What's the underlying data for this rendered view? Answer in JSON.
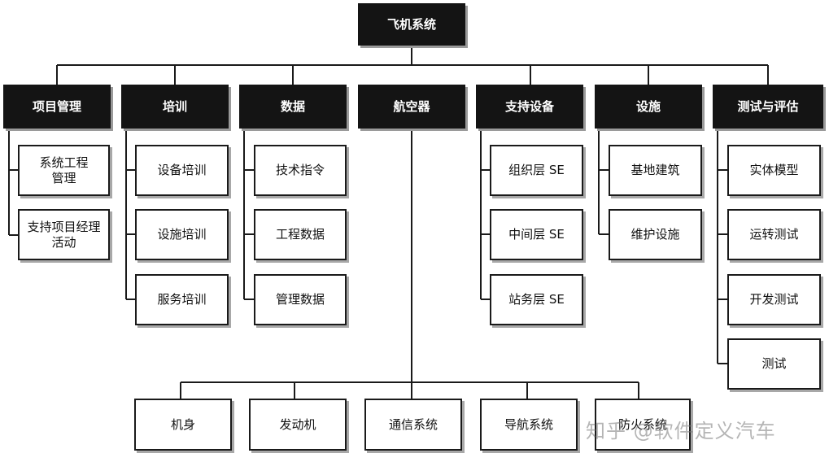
{
  "root": {
    "label": "飞机系统"
  },
  "categories": [
    {
      "label": "项目管理",
      "children": [
        "系统工程\n管理",
        "支持项目经理\n活动"
      ]
    },
    {
      "label": "培训",
      "children": [
        "设备培训",
        "设施培训",
        "服务培训"
      ]
    },
    {
      "label": "数据",
      "children": [
        "技术指令",
        "工程数据",
        "管理数据"
      ]
    },
    {
      "label": "航空器",
      "children": []
    },
    {
      "label": "支持设备",
      "children": [
        "组织层 SE",
        "中间层 SE",
        "站务层 SE"
      ]
    },
    {
      "label": "设施",
      "children": [
        "基地建筑",
        "维护设施"
      ]
    },
    {
      "label": "测试与评估",
      "children": [
        "实体模型",
        "运转测试",
        "开发测试",
        "测试"
      ]
    }
  ],
  "aircraft_subsystems": [
    "机身",
    "发动机",
    "通信系统",
    "导航系统",
    "防火系统"
  ],
  "watermark": "知乎 @软件定义汽车"
}
